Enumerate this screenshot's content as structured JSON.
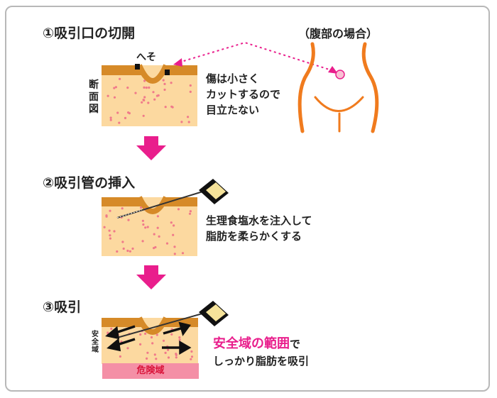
{
  "step1": {
    "title": "①吸引口の切開",
    "navel_label": "へそ",
    "section_label": "断面図",
    "note_lines": [
      "傷は小さく",
      "カットするので",
      "目立たない"
    ]
  },
  "abdomen": {
    "title": "（腹部の場合）"
  },
  "step2": {
    "title": "②吸引管の挿入",
    "note_lines": [
      "生理食塩水を注入して",
      "脂肪を柔らかくする"
    ]
  },
  "step3": {
    "title": "③吸引",
    "safe_label": "安全域",
    "danger_label": "危険域",
    "highlight": "安全域の範囲",
    "highlight_suffix": "で",
    "note_line2": "しっかり脂肪を吸引"
  },
  "colors": {
    "skin": "#d68a28",
    "fat": "#fcd9a0",
    "dots": "#f07a8a",
    "accent": "#e91e8c",
    "body_outline": "#f07b1e",
    "danger": "#f48fa6"
  }
}
